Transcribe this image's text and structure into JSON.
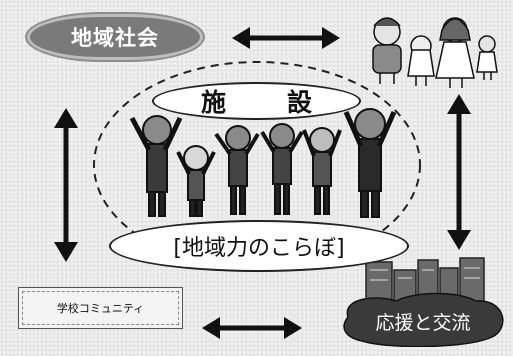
{
  "nodes": {
    "community": "地域社会",
    "facility": "施　設",
    "collaboration": "[地域力のこらぼ]",
    "school": "学校コミュニティ",
    "support": "応援と交流"
  },
  "icons": {
    "arrow_style": "double-headed",
    "people_group": "six-people-cheering-icon",
    "family": "family-cartoon-icon",
    "buildings": "city-buildings-icon"
  },
  "colors": {
    "dark_badge": "#7a7a7a",
    "support_badge": "#3a3a3a",
    "outline": "#222222"
  }
}
